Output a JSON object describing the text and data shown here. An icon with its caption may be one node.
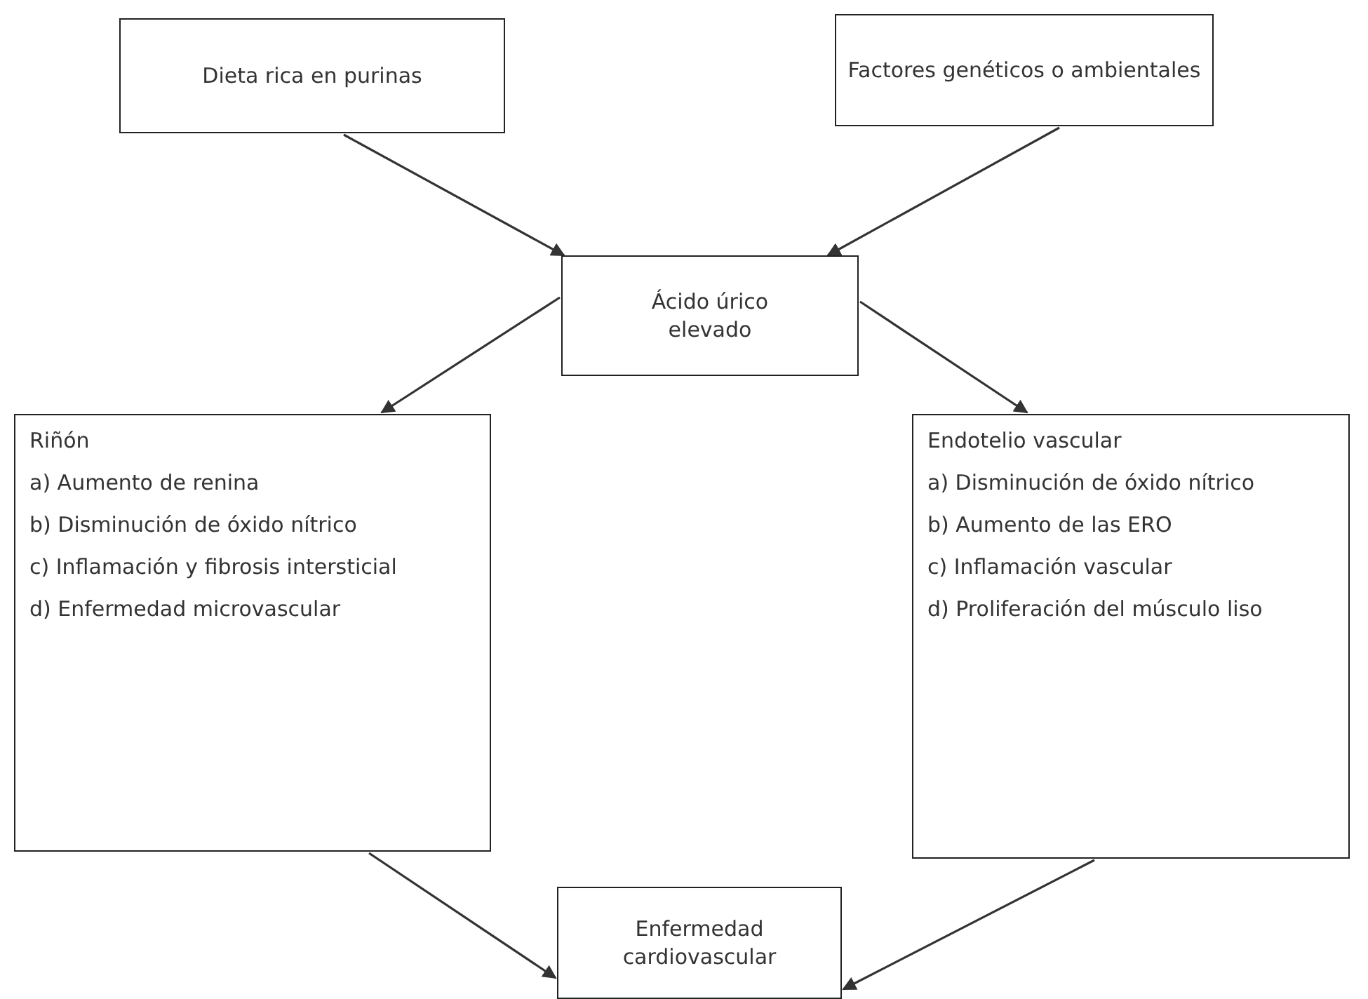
{
  "diagram": {
    "nodes": [
      {
        "text": [
          "Dieta rica en purinas"
        ]
      },
      {
        "text": [
          "Factores genéticos o ambientales"
        ]
      },
      {
        "text": [
          "Ácido úrico elevado"
        ]
      },
      {
        "text": [
          "Riñón",
          "a) Aumento de renina",
          "b) Disminución de óxido nítrico",
          "c) Inflamación y fibrosis intersticial",
          "d) Enfermedad microvascular"
        ]
      },
      {
        "text": [
          "Endotelio vascular",
          "a) Disminución de óxido nítrico",
          "b) Aumento de las ERO",
          "c) Inflamación vascular",
          "d) Proliferación del músculo liso"
        ]
      },
      {
        "text": [
          "Enfermedad cardiovascular"
        ]
      }
    ],
    "edges": [
      {
        "from": 0,
        "to": 2,
        "arrow": "to"
      },
      {
        "from": 1,
        "to": 2,
        "arrow": "to"
      },
      {
        "from": 2,
        "to": 3,
        "arrow": "to"
      },
      {
        "from": 2,
        "to": 4,
        "arrow": "to"
      },
      {
        "from": 3,
        "to": 5,
        "arrow": "to"
      },
      {
        "from": 4,
        "to": 5,
        "arrow": "to"
      }
    ]
  }
}
